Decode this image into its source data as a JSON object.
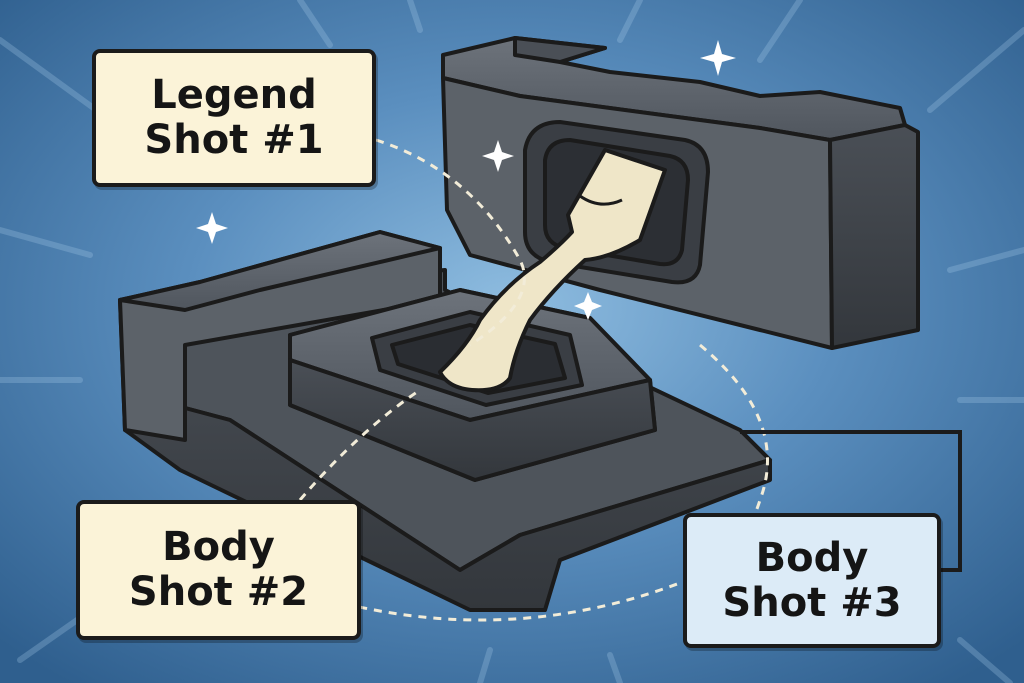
{
  "callouts": {
    "legend_shot_1": {
      "line1": "Legend",
      "line2": "Shot #1"
    },
    "body_shot_2": {
      "line1": "Body",
      "line2": "Shot #2"
    },
    "body_shot_3": {
      "line1": "Body",
      "line2": "Shot #3"
    }
  },
  "colors": {
    "background": "#3f74a4",
    "mold_steel": "#5a6068",
    "mold_dark": "#3a3e44",
    "material_cream": "#efe6c8",
    "callout_cream": "#fbf3d8",
    "callout_blue": "#dcebf7",
    "outline": "#1b1b1b"
  },
  "icons": [
    "sparkle-icon",
    "sparkle-icon",
    "sparkle-icon",
    "sparkle-icon"
  ]
}
